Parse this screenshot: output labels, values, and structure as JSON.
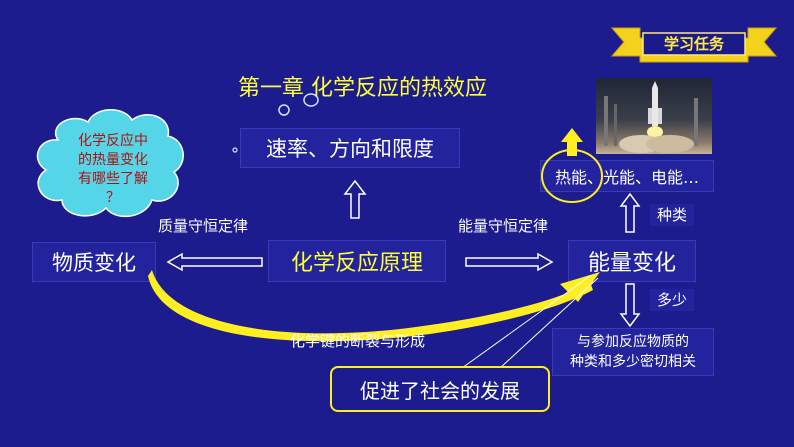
{
  "badge": {
    "label": "学习任务"
  },
  "chapter_title": "第一章 化学反应的热效应",
  "nodes": {
    "rate": "速率、方向和限度",
    "principle": "化学反应原理",
    "matter": "物质变化",
    "energy": "能量变化",
    "forms": "热能、光能、电能…",
    "related": "与参加反应物质的种类和多少密切相关",
    "society": "促进了社会的发展"
  },
  "related_lines": [
    "与参加反应物质的",
    "种类和多少密切相关"
  ],
  "labels": {
    "mass_law": "质量守恒定律",
    "energy_law": "能量守恒定律",
    "kind": "种类",
    "amount": "多少",
    "bond": "化学键的断裂与形成"
  },
  "cloud_lines": [
    "化学反应中",
    "的热量变化",
    "有哪些了解",
    "？"
  ],
  "photo": {
    "subject": "rocket-launch"
  },
  "colors": {
    "background": "#1c1c8f",
    "title": "#ffff33",
    "accent_yellow": "#ffee22",
    "cloud_fill": "#55d6e8",
    "cloud_text": "#b01010",
    "box_fill": "#23239e"
  }
}
